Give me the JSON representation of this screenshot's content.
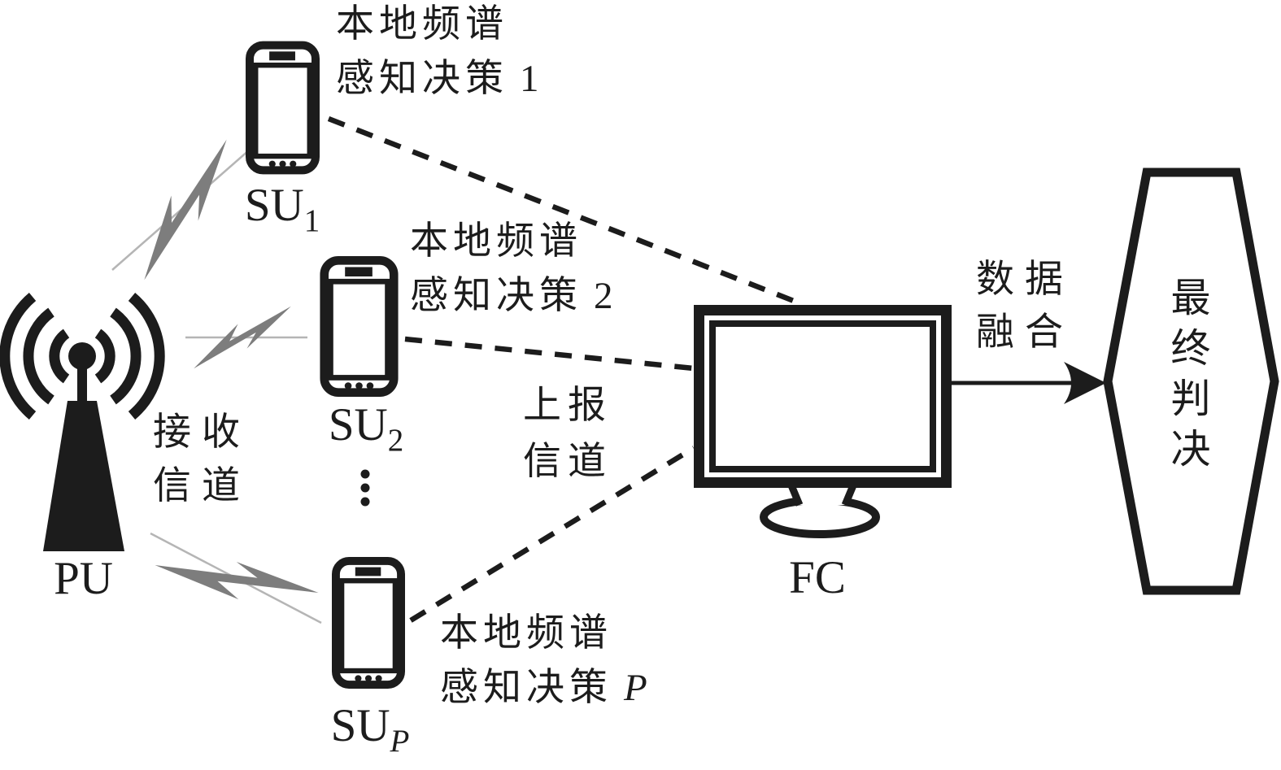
{
  "colors": {
    "ink": "#1c1c1c",
    "bolt_fill": "#7d7d7d",
    "channel_line": "#b5b5b5",
    "background": "#ffffff"
  },
  "pu": {
    "label": "PU"
  },
  "receive_channel": {
    "line1": "接收",
    "line2": "信道"
  },
  "report_channel": {
    "line1": "上报",
    "line2": "信道"
  },
  "secondary_users": [
    {
      "base": "SU",
      "sub": "1",
      "decision_line1": "本地频谱",
      "decision_line2": "感知决策",
      "decision_index": "1"
    },
    {
      "base": "SU",
      "sub": "2",
      "decision_line1": "本地频谱",
      "decision_line2": "感知决策",
      "decision_index": "2"
    },
    {
      "base": "SU",
      "sub": "P",
      "decision_line1": "本地频谱",
      "decision_line2": "感知决策",
      "decision_index": "P"
    }
  ],
  "fusion_center": {
    "label": "FC"
  },
  "data_fusion": {
    "line1": "数据",
    "line2": "融合"
  },
  "final_decision": {
    "label": "最终判决"
  }
}
